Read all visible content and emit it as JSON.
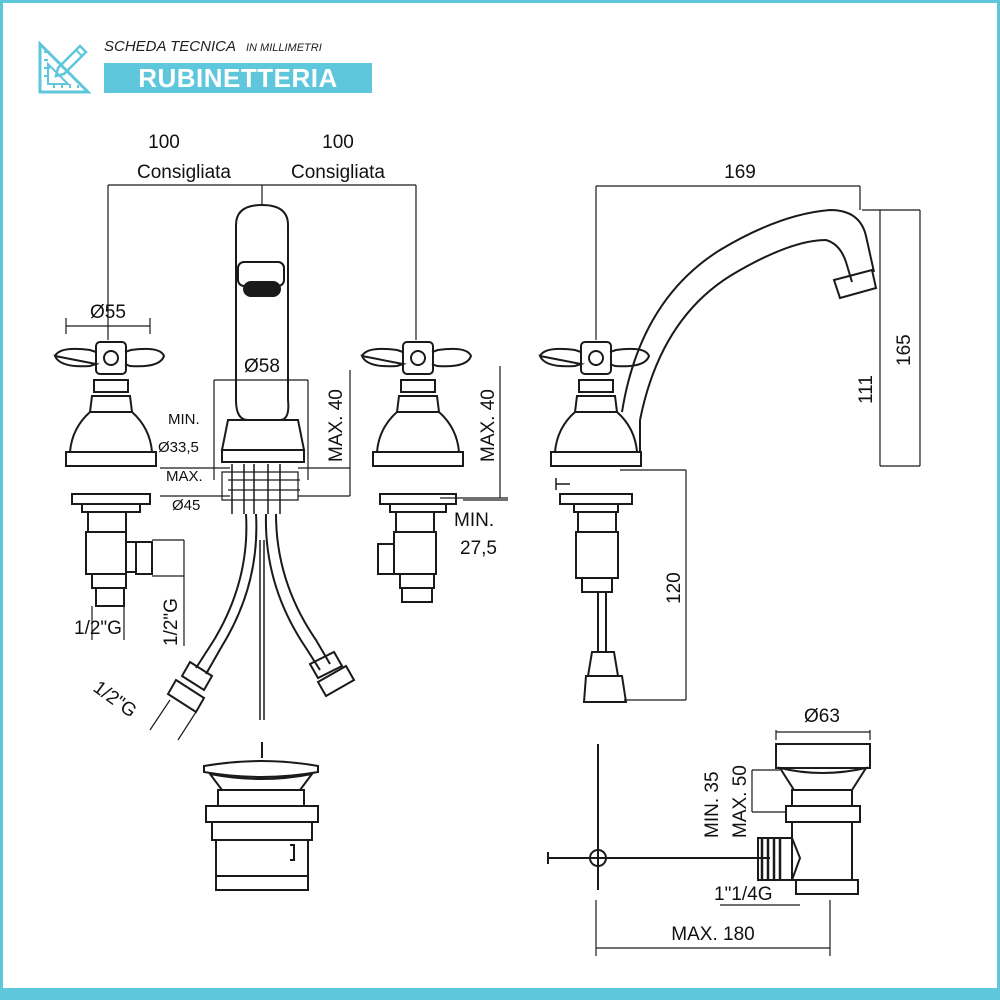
{
  "header": {
    "title": "SCHEDA TECNICA",
    "subtitle": "IN MILLIMETRI",
    "banner": "RUBINETTERIA"
  },
  "colors": {
    "accent": "#5ec7dc",
    "line": "#1a1a1a"
  },
  "icons": {
    "header_icon": "ruler-pencil-icon"
  },
  "dimensions": {
    "spacing_left_value": "100",
    "spacing_left_note": "Consigliata",
    "spacing_right_value": "100",
    "spacing_right_note": "Consigliata",
    "handle_diameter": "Ø55",
    "spout_diameter": "Ø58",
    "max_40_center": "MAX. 40",
    "max_40_right": "MAX. 40",
    "hole_min_label": "MIN.",
    "hole_min_value": "Ø33,5",
    "hole_max_label": "MAX.",
    "hole_max_value": "Ø45",
    "min_label": "MIN.",
    "min_value": "27,5",
    "thread_left_h": "1/2\"G",
    "thread_left_v": "1/2\"G",
    "thread_hose": "1/2\"G",
    "spout_reach": "169",
    "height_111": "111",
    "height_165": "165",
    "hose_length": "120",
    "drain_diameter": "Ø63",
    "drain_min": "MIN. 35",
    "drain_max": "MAX. 50",
    "drain_thread": "1\"1/4G",
    "drain_reach": "MAX. 180"
  }
}
